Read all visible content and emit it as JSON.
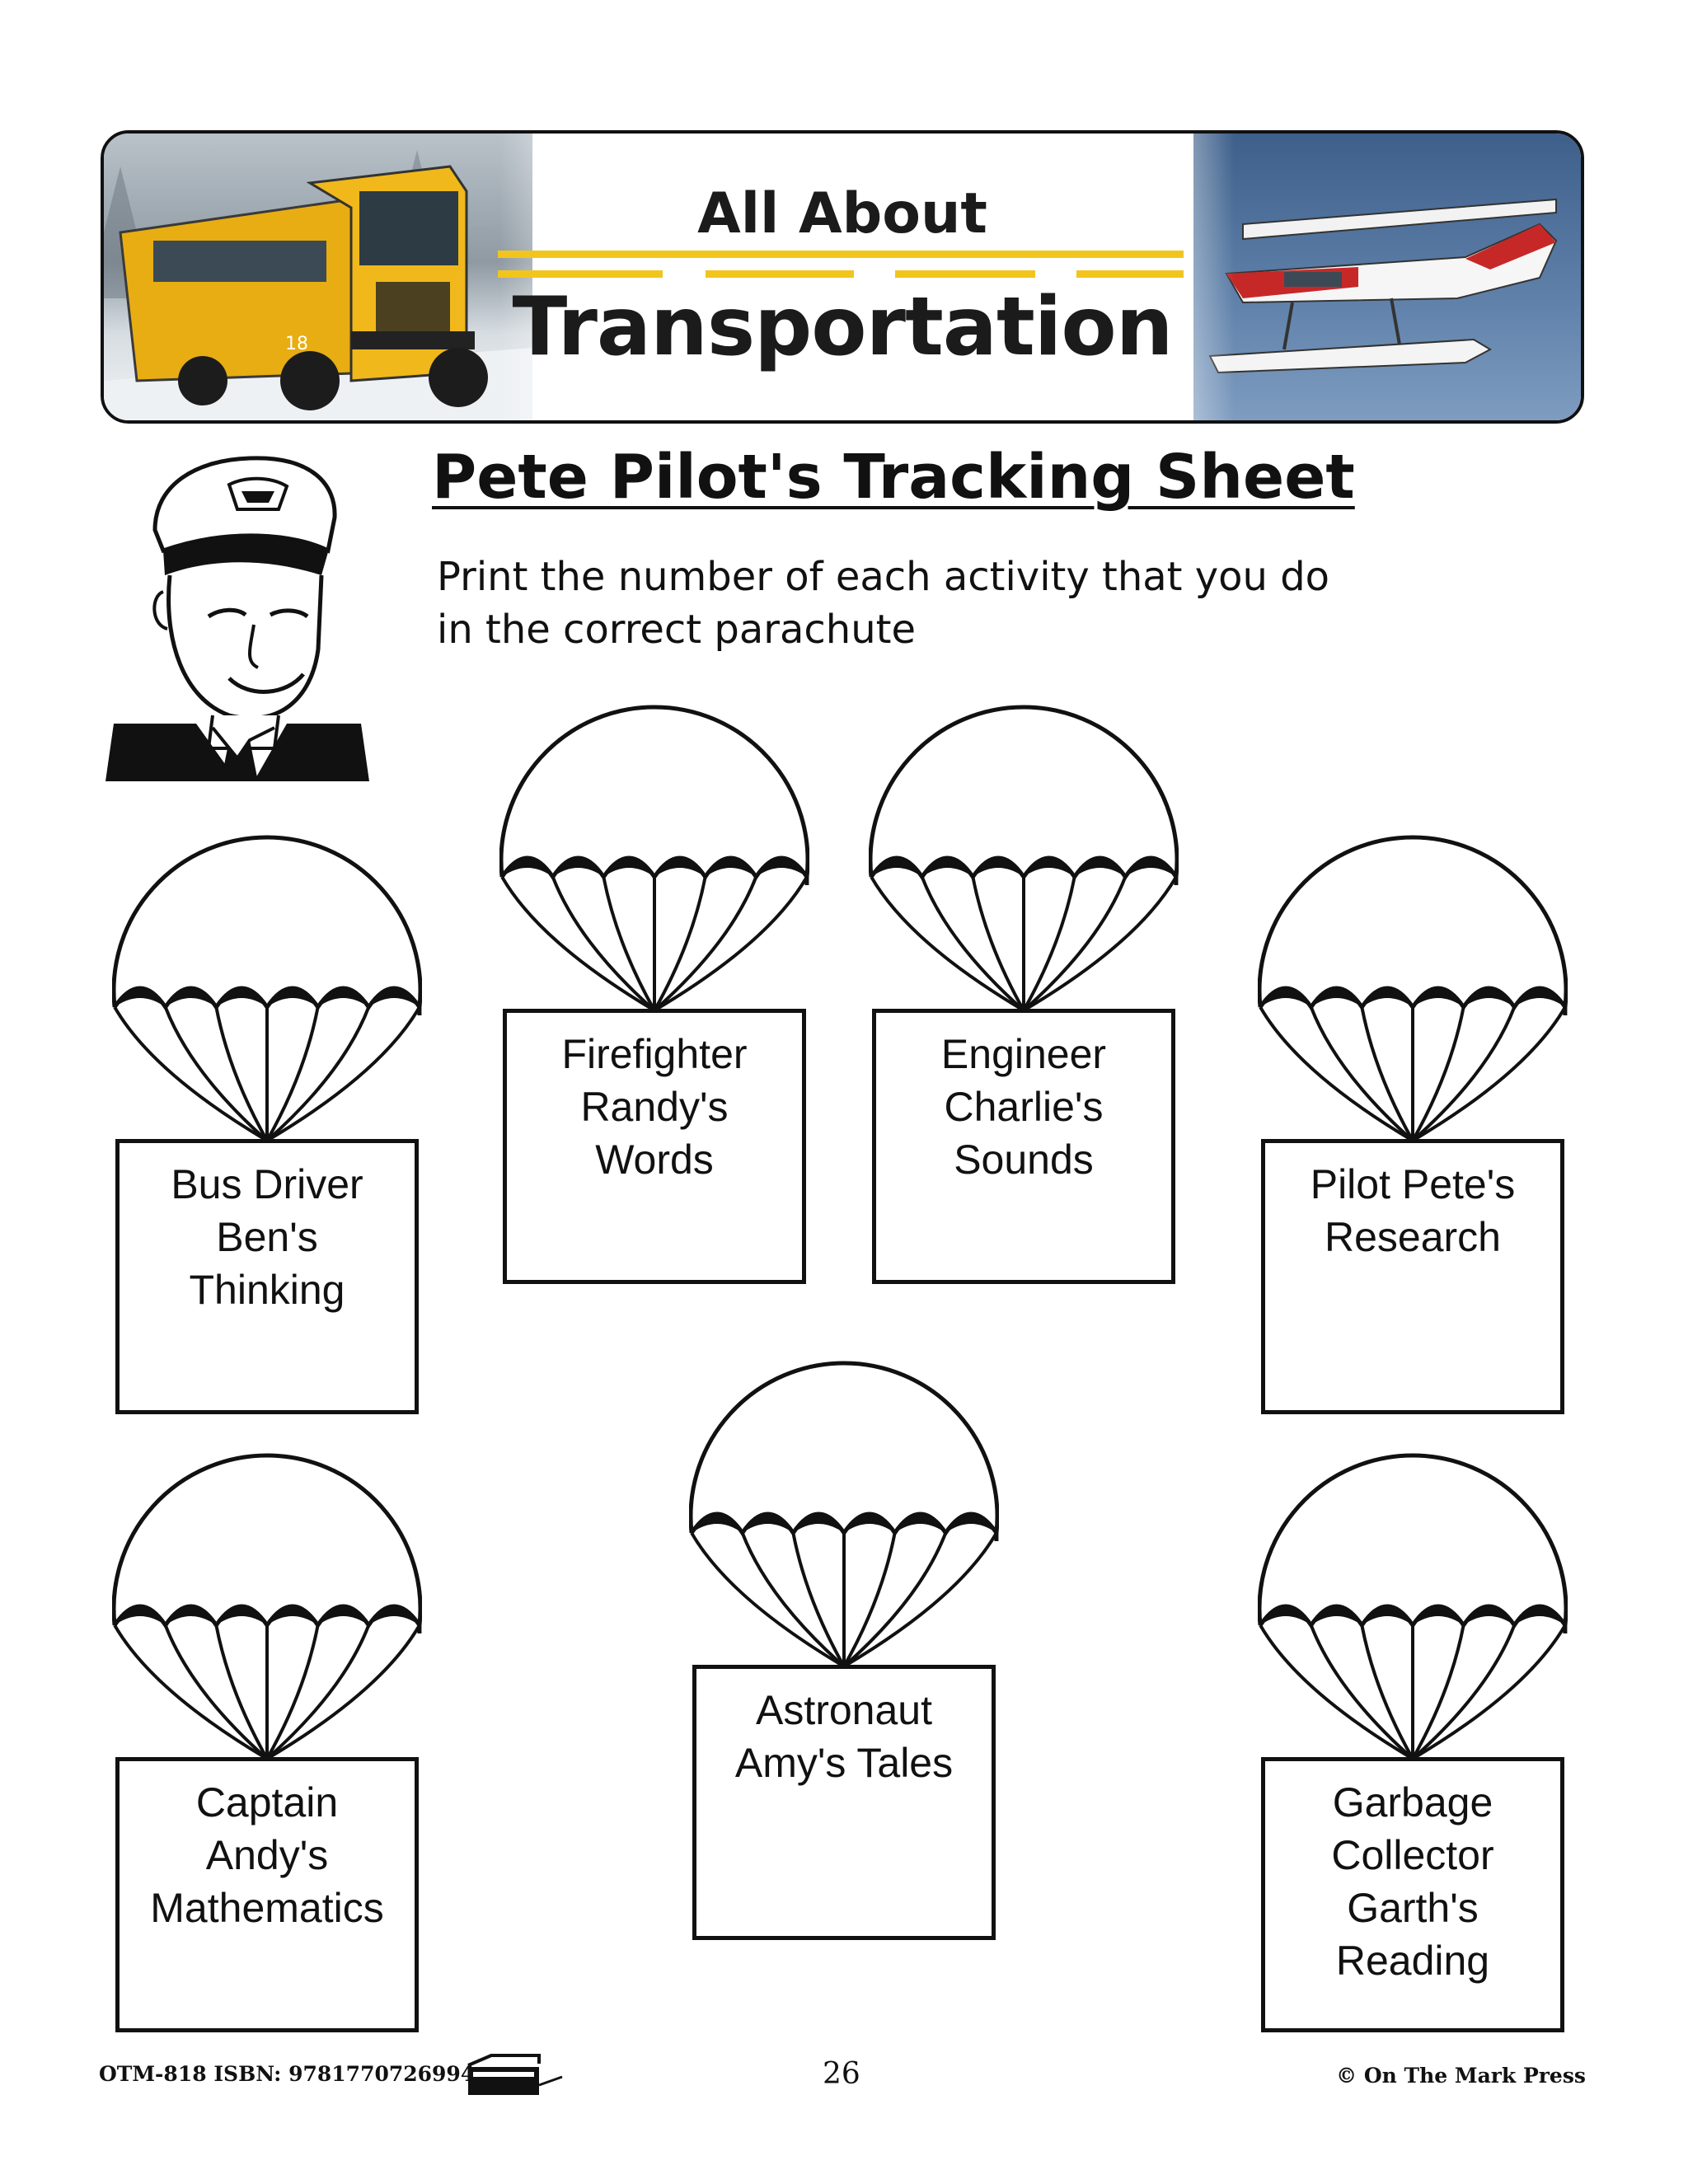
{
  "banner": {
    "line1": "All About",
    "line2": "Transportation"
  },
  "sheet": {
    "title": "Pete Pilot's Tracking Sheet",
    "instructions_line1": "Print the number of each activity that you do",
    "instructions_line2": "in the correct parachute"
  },
  "parachutes": [
    {
      "label": "Bus Driver\nBen's\nThinking"
    },
    {
      "label": "Firefighter\nRandy's\nWords"
    },
    {
      "label": "Engineer\nCharlie's\nSounds"
    },
    {
      "label": "Pilot Pete's\nResearch"
    },
    {
      "label": "Captain\nAndy's\nMathematics"
    },
    {
      "label": "Astronaut\nAmy's Tales"
    },
    {
      "label": "Garbage\nCollector\nGarth's\nReading"
    }
  ],
  "footer": {
    "code": "OTM-818  ISBN: 9781770726994",
    "page": "26",
    "copyright": "© On The Mark Press"
  },
  "icons": [
    "school-bus-photo",
    "seaplane-photo",
    "pilot-illustration",
    "parachute-icon",
    "workbook-icon"
  ]
}
